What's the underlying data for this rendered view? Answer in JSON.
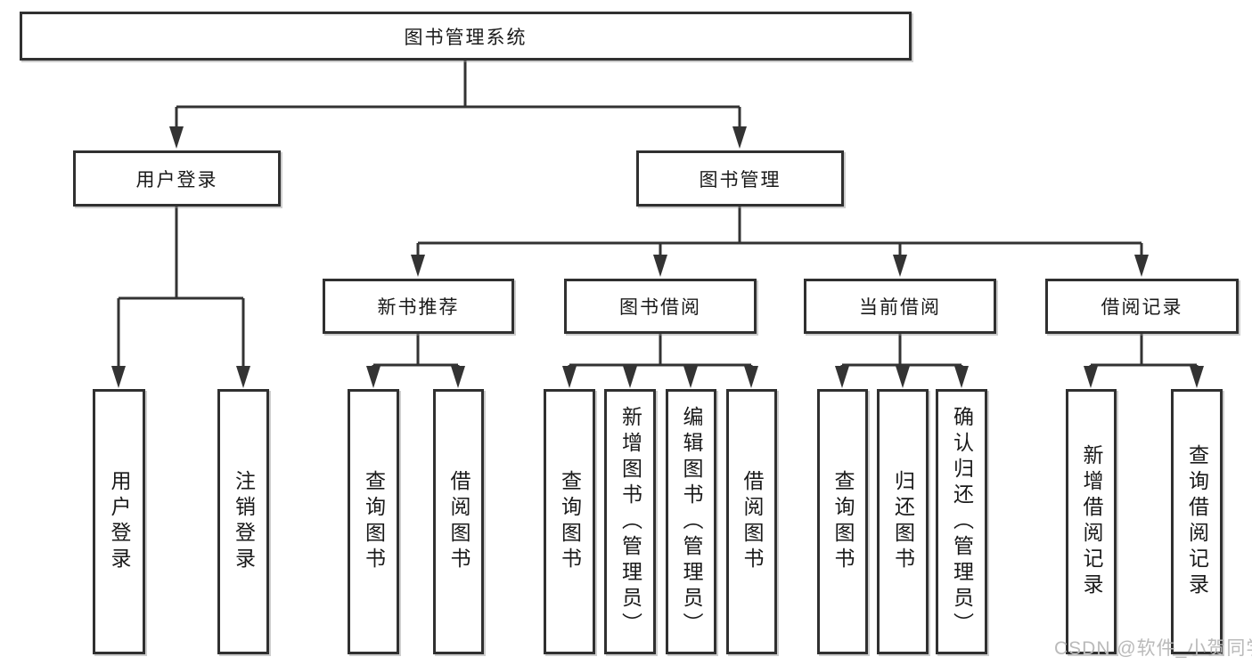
{
  "hierarchy": {
    "root": "图书管理系统",
    "children": [
      {
        "label": "用户登录",
        "children": [
          "用户登录",
          "注销登录"
        ]
      },
      {
        "label": "图书管理",
        "children": [
          {
            "label": "新书推荐",
            "children": [
              "查询图书",
              "借阅图书"
            ]
          },
          {
            "label": "图书借阅",
            "children": [
              "查询图书",
              "新增图书（管理员）",
              "编辑图书（管理员）",
              "借阅图书"
            ]
          },
          {
            "label": "当前借阅",
            "children": [
              "查询图书",
              "归还图书",
              "确认归还（管理员）"
            ]
          },
          {
            "label": "借阅记录",
            "children": [
              "新增借阅记录",
              "查询借阅记录"
            ]
          }
        ]
      }
    ]
  },
  "watermark": {
    "text": "CSDN @软件_小贺同学"
  },
  "colors": {
    "line": "#333333",
    "box_border": "#303030",
    "text": "#1a1a1a",
    "watermark": "#bababa",
    "background": "#ffffff"
  }
}
